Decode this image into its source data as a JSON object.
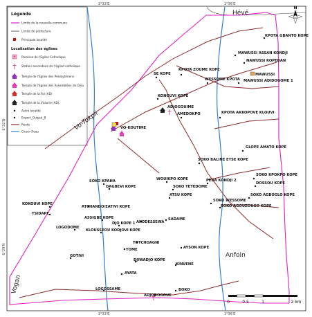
{
  "frame": {
    "top_ticks": [
      "1°33'E",
      "1°36'E"
    ],
    "bottom_ticks": [
      "1°33'E",
      "1°36'E"
    ],
    "left_ticks": [
      "6°32'N",
      "6°29'N"
    ]
  },
  "legend": {
    "title": "Légende",
    "items": [
      {
        "label": "Limite de la nouvelle commune",
        "symbol": "line",
        "color": "#e020c8"
      },
      {
        "label": "Limite de préfecture",
        "symbol": "line",
        "color": "#444444"
      },
      {
        "label": "Principale localité",
        "symbol": "square",
        "color": "#d01010"
      }
    ],
    "churches_title": "Localisation des églises",
    "churches": [
      {
        "label": "Paroisse de l'Eglise Catholique",
        "symbol": "church",
        "color": "#c03080"
      },
      {
        "label": "Station secondaire de l'église catholique",
        "symbol": "station",
        "color": "#c03080"
      },
      {
        "label": "Temple de l'Eglise des Presbytériens",
        "symbol": "temple",
        "color": "#9030c0"
      },
      {
        "label": "Temple de l'Eglise des Assemblées de Dieu",
        "symbol": "temple",
        "color": "#e040b0"
      },
      {
        "label": "Temple de la Foi (AD)",
        "symbol": "temple",
        "color": "#d03030"
      },
      {
        "label": "Temple de la Victoire (AD)",
        "symbol": "temple",
        "color": "#222222"
      }
    ],
    "others": [
      {
        "label": "Autre localité",
        "symbol": "dot",
        "color": "#111111"
      },
      {
        "label": "Export_Output_8",
        "symbol": "dot",
        "color": "#111111"
      },
      {
        "label": "Route",
        "symbol": "line",
        "color": "#8b2a2a"
      },
      {
        "label": "Cours d'eau",
        "symbol": "line",
        "color": "#2e7fd0"
      }
    ]
  },
  "regions": {
    "heve": "Hévé",
    "anfoin": "Anfoin",
    "vogan": "Vogan"
  },
  "road_names": {
    "vo_tokpli": "Vo-Tokpli"
  },
  "north_label": "N",
  "scale": {
    "ticks": [
      "0",
      "0.5",
      "1",
      "2 km"
    ]
  },
  "places": {
    "kpota_gbanto_kope": "KPOTA GBANTO KOPE",
    "mawussi_assan_kondji": "MAWUSSI ASSAN KONDJI",
    "nawussi_kopedan": "NAWUSSI KOPEDAN",
    "mawussi": "MAWUSSI",
    "mawussi_adidogome": "MAWUSSI ADIDOGOME 1",
    "se_kope": "SE KOPE",
    "kpota_zoume_kope": "KPOTA ZOUME KOPE",
    "wessome_kpota": "WESSOME KPOTA",
    "kongui_kope": "KONGUVI KOPE",
    "adjogouime": "ADJOGOUIME",
    "amedokpo": "AMEDOKPO",
    "kpota_akkopove_klouvi": "KPOTA AKKOPOVE KLOUVI",
    "vo_koutime": "VO-KOUTIME",
    "glope_amato_kope": "GLOPE AMATO KOPE",
    "soko_baline_etse_kope": "SOKO BALINE ETSE KOPE",
    "soko_kpokpo_kope": "SOKO KPOKPO KOPE",
    "dossou_kope": "DOSSOU KOPE",
    "soko_kpaha": "SOKO KPAHA",
    "dagbevi_kope": "DAGBEVI KOPE",
    "wouikpo_kope": "WOUIKPO KOPE",
    "soko_tetedome": "SOKO TETEDOME",
    "peda_kondji_2": "PEDA KONDJI 2",
    "atsu_kope": "ATSU KOPE",
    "soko_agbodlo_kope": "SOKO AGBOGLO KOPE",
    "soko_wessome": "SOKO WESSOME",
    "soko_agouzougo_kope": "SOKO AGOUZOUGO KOPE",
    "kokouvi_kope": "KOKOUVI KOPE",
    "atchandofeatiyi_kope": "ATCHANDO/EATIVI KOPE",
    "tsidape": "TSIDAPE",
    "assigbe_kope": "ASSIGBE KOPE",
    "djo_kope_1": "DJO KOPE 1",
    "akodessewa": "AKODESSEWA",
    "sadame": "SADAME",
    "logodome": "LOGODOME",
    "klousseou_kodjovi_kope": "KLOUSSEOU KODJOVI KOPE",
    "totchoagni": "TOTCHOAGNI",
    "tome": "TOME",
    "ayson_kope": "AYSON KOPE",
    "gotivi": "GOTIVI",
    "djiwadjo_kope": "DJIWADJO KOPE",
    "kinvene": "KINVENE",
    "ayata": "AYATA",
    "logossame": "LOGOSSAME",
    "boko": "BOKO",
    "adjodogoue": "ADJODOGOUE"
  }
}
